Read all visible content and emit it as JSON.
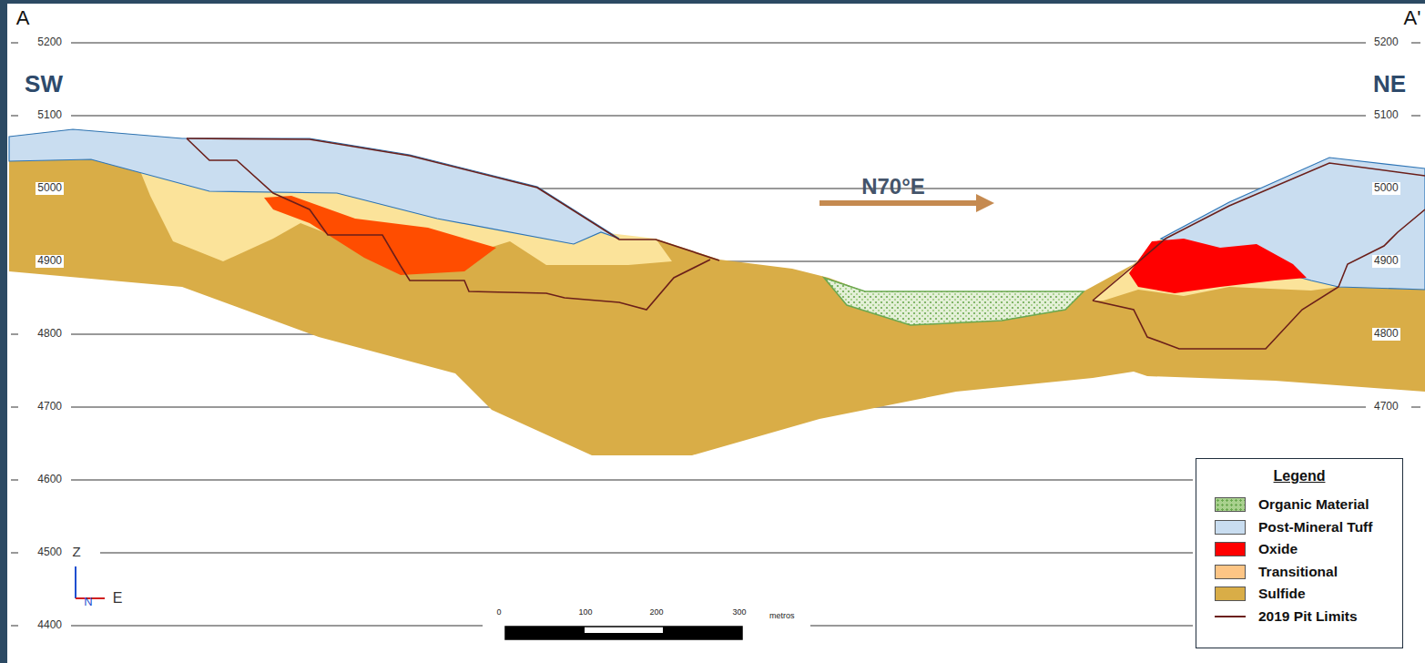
{
  "diagram": {
    "labels": [
      "A",
      "A'",
      "SW",
      "NE",
      "5200",
      "5100",
      "5000",
      "4900",
      "4800",
      "4700",
      "4600",
      "4500",
      "4400",
      "5200",
      "5100",
      "5000",
      "4900",
      "4800",
      "4700",
      "N70°E",
      "Z",
      "N",
      "E",
      "0",
      "100",
      "200",
      "300",
      "metros",
      "Legend"
    ],
    "legend": [
      {
        "text": "Organic Material",
        "color": "#a9d18e"
      },
      {
        "text": "Post-Mineral Tuff",
        "color": "#c9ddf0"
      },
      {
        "text": "Oxide",
        "color": "#ff0000"
      },
      {
        "text": "Transitional",
        "color": "#fdc585"
      },
      {
        "text": "Sulfide",
        "color": "#d9ad47"
      },
      {
        "text": "2019 Pit Limits"
      }
    ]
  }
}
